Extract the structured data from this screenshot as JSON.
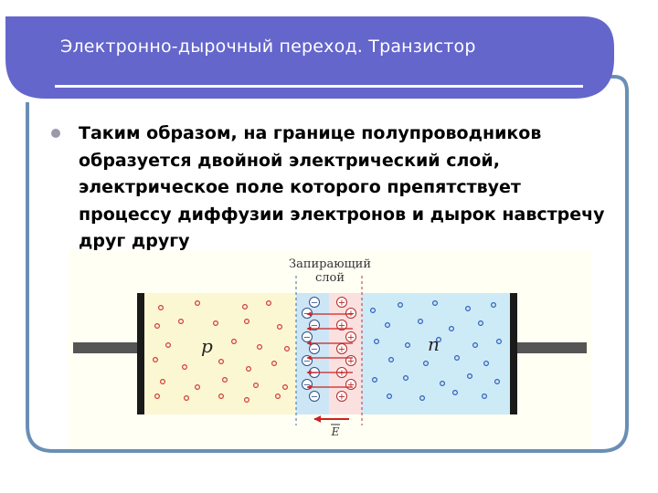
{
  "slide": {
    "title": "Электронно-дырочный переход. Транзистор",
    "bullet_text": "Таким образом, на границе полупроводников образуется двойной электрический слой, электрическое поле которого препятствует процессу диффузии электронов и дырок навстречу друг другу"
  },
  "figure": {
    "barrier_label_line1": "Запирающий",
    "barrier_label_line2": "слой",
    "p_label": "p",
    "n_label": "n",
    "field_label": "E",
    "minus_sign": "−",
    "plus_sign": "+"
  },
  "colors": {
    "header": "#6466cc",
    "frame": "#6a8fb5",
    "p_region": "#fbf7d2",
    "n_region": "#cdeaf7",
    "barrier_n_side": "#fbe0e0",
    "hole": "#d03a3a",
    "electron": "#2e5fb8",
    "field_arrow": "#cc2222"
  }
}
